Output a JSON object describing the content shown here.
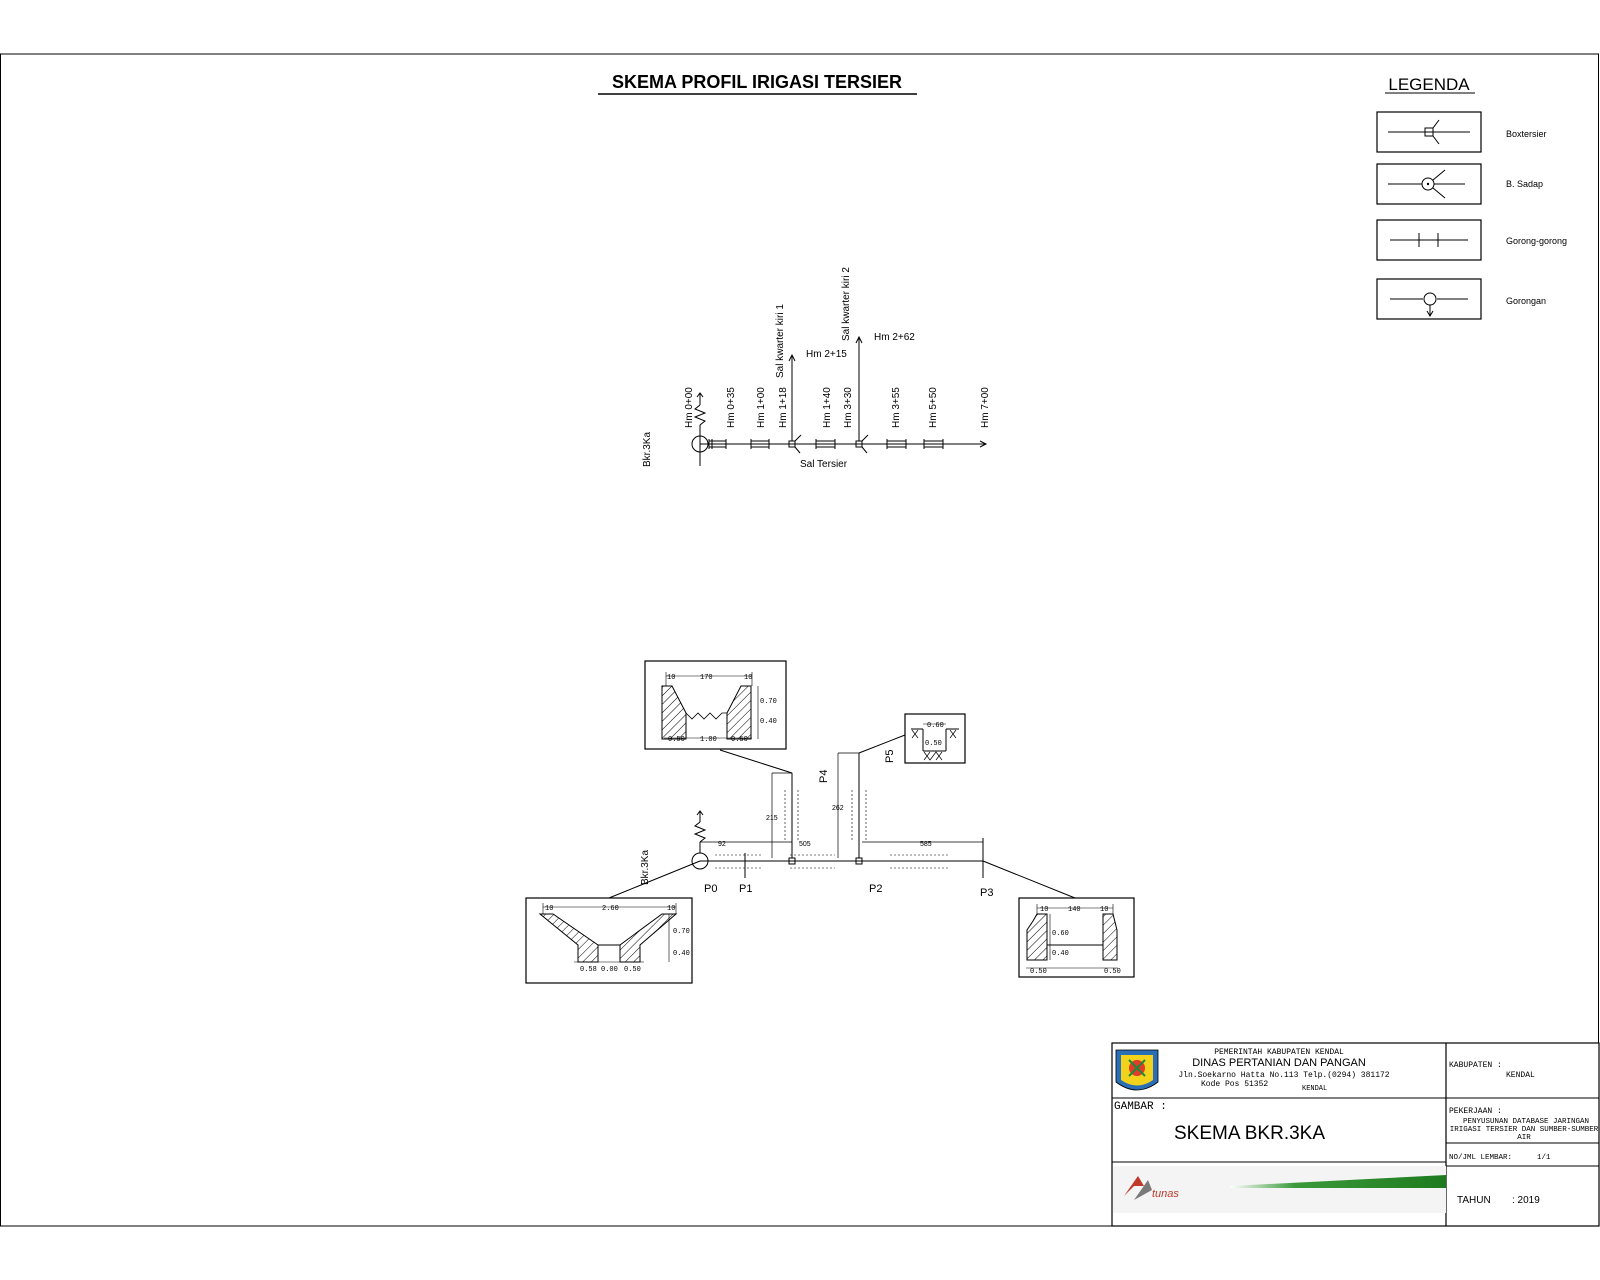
{
  "title": "SKEMA PROFIL IRIGASI TERSIER",
  "legend": {
    "heading": "LEGENDA",
    "items": [
      {
        "icon": "boxtersier-icon",
        "label": "Boxtersier"
      },
      {
        "icon": "bagi-sadap-icon",
        "label": "B. Sadap"
      },
      {
        "icon": "gorong-gorong-icon",
        "label": "Gorong-gorong"
      },
      {
        "icon": "gorongan-icon",
        "label": "Gorongan"
      }
    ]
  },
  "schema": {
    "source_label": "Bkr.3Ka",
    "stations": [
      "Hm 0+00",
      "Hm 0+35",
      "Hm 1+00",
      "Hm 1+18",
      "Hm 1+40",
      "Hm 3+30",
      "Hm 3+55",
      "Hm 5+50",
      "Hm 7+00"
    ],
    "quarter_1": {
      "label": "Sal kwarter kiri 1",
      "end_station": "Hm 2+15"
    },
    "quarter_2": {
      "label": "Sal kwarter kiri 2",
      "end_station": "Hm 2+62"
    },
    "tertiary_label": "Sal Tersier"
  },
  "network": {
    "source_label": "Bkr.3Ka",
    "points": [
      "P0",
      "P1",
      "P2",
      "P3",
      "P4",
      "P5"
    ],
    "lengths": [
      "92",
      "505",
      "585",
      "215",
      "262"
    ],
    "sections": {
      "upper_left": {
        "top": [
          "10",
          "170",
          "10"
        ],
        "right": [
          "0.70",
          "0.40"
        ],
        "bottom": [
          "0.50",
          "1.00",
          "0.50"
        ]
      },
      "upper_right": {
        "top": [
          "0.60"
        ],
        "inner": [
          "0.50"
        ]
      },
      "lower_left": {
        "top": [
          "10",
          "2.60",
          "10"
        ],
        "right": [
          "0.70",
          "0.40"
        ],
        "bottom": [
          "0.58",
          "0.00",
          "0.50"
        ]
      },
      "lower_right": {
        "top": [
          "10",
          "140",
          "10"
        ],
        "inner": [
          "0.60",
          "0.40"
        ],
        "bottom": [
          "0.50",
          "0.50"
        ]
      }
    }
  },
  "title_block": {
    "gov": "PEMERINTAH KABUPATEN KENDAL",
    "dept": "DINAS PERTANIAN DAN PANGAN",
    "address": "Jln.Soekarno Hatta No.113 Telp.(0294) 381172",
    "postcode": "Kode Pos 51352",
    "city": "KENDAL",
    "kabupaten_label": "KABUPATEN :",
    "kabupaten_value": "KENDAL",
    "gambar_label": "GAMBAR :",
    "gambar_value": "SKEMA  BKR.3KA",
    "pekerjaan_label": "PEKERJAAN :",
    "pekerjaan_lines": [
      "PENYUSUNAN DATABASE JARINGAN",
      "IRIGASI TERSIER DAN SUMBER-SUMBER",
      "AIR"
    ],
    "lembar_label": "NO/JML LEMBAR:",
    "lembar_value": "1/1",
    "tahun_label": "TAHUN",
    "tahun_value": ": 2019",
    "consultant_logo": "tunas"
  }
}
